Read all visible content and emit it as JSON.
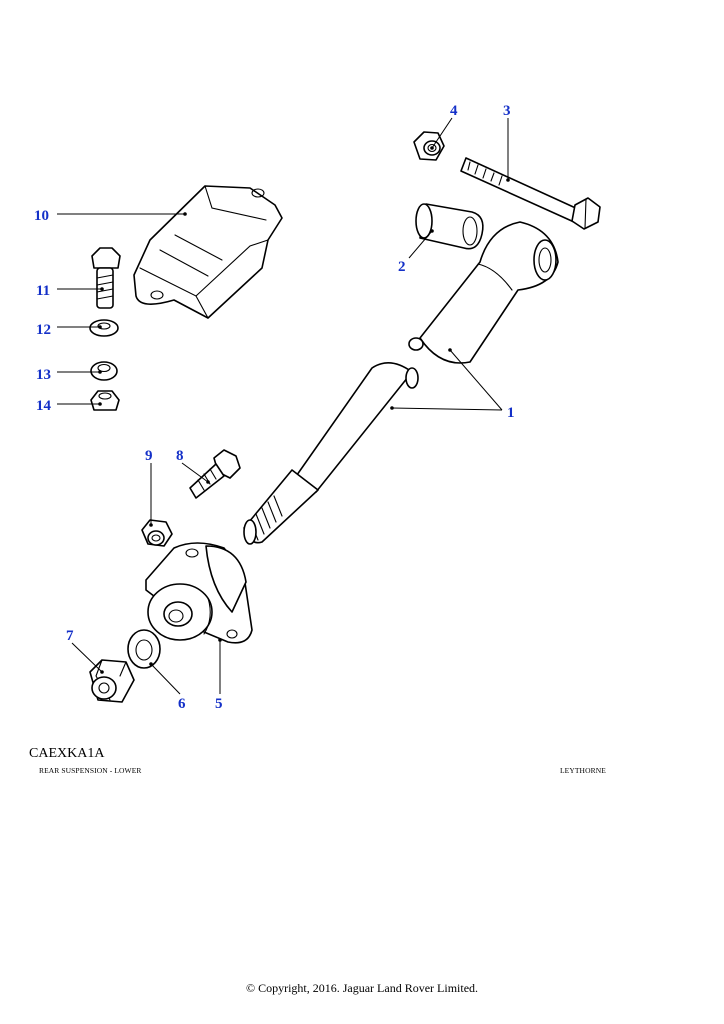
{
  "diagram_code": "CAEXKA1A",
  "caption_left": "REAR SUSPENSION - LOWER",
  "caption_right": "LEYTHORNE",
  "copyright": "© Copyright, 2016. Jaguar Land Rover Limited.",
  "callouts": {
    "c1": "1",
    "c2": "2",
    "c3": "3",
    "c4": "4",
    "c5": "5",
    "c6": "6",
    "c7": "7",
    "c8": "8",
    "c9": "9",
    "c10": "10",
    "c11": "11",
    "c12": "12",
    "c13": "13",
    "c14": "14"
  }
}
